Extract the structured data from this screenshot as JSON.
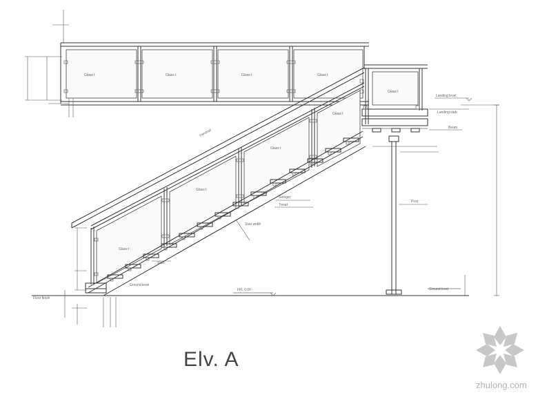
{
  "title": "Elv. A",
  "watermark": {
    "text": "zhulong.com"
  },
  "panels": {
    "upper": [
      "Glass t",
      "Glass t",
      "Glass t",
      "Glass t"
    ],
    "landing": "Glass t",
    "stair": [
      "Glass t",
      "Glass t",
      "Glass t"
    ],
    "small": "Glass t"
  },
  "labels": {
    "landing_level": "Landing level",
    "landing_slab": "Landing slab",
    "floor_finish": "Floor finish",
    "beam": "Beam",
    "steel_post": "Post",
    "rail_note": "Handrail",
    "stringer_note": "Stringer",
    "tread_note": "Tread",
    "stair_width": "Stair width",
    "elev_mark": "FFL 0.00",
    "stair_left": "Stair",
    "bottom_level": "Ground level"
  },
  "colors": {
    "line": "#333333",
    "watermark": "#b5b5b5"
  }
}
